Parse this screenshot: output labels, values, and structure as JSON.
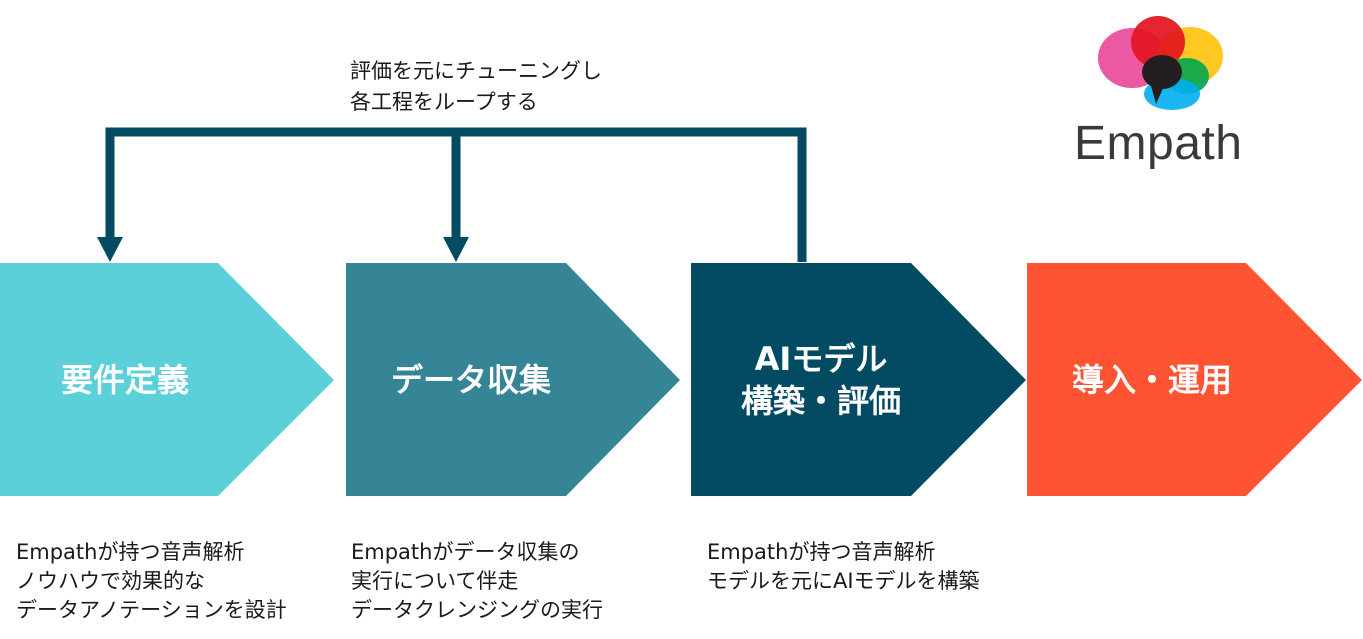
{
  "loop_note": {
    "line1": "評価を元にチューニングし",
    "line2": "各工程をループする"
  },
  "steps": [
    {
      "line1": "要件定義",
      "line2": "",
      "color": "#5BD0D8",
      "desc": [
        "Empathが持つ音声解析",
        "ノウハウで効果的な",
        "データアノテーションを設計"
      ]
    },
    {
      "line1": "データ収集",
      "line2": "",
      "color": "#358597",
      "desc": [
        "Empathがデータ収集の",
        "実行について伴走",
        "データクレンジングの実行"
      ]
    },
    {
      "line1": "AIモデル",
      "line2": "構築・評価",
      "color": "#034B62",
      "desc": [
        "Empathが持つ音声解析",
        "モデルを元にAIモデルを構築"
      ]
    },
    {
      "line1": "導入・運用",
      "line2": "",
      "color": "#FE5433",
      "desc": []
    }
  ],
  "loop_color": "#034B62",
  "logo": {
    "wordmark": "Empath",
    "colors": [
      "#E94B9A",
      "#E3141E",
      "#FFC20E",
      "#00A651",
      "#00AEEF",
      "#231F20"
    ]
  }
}
